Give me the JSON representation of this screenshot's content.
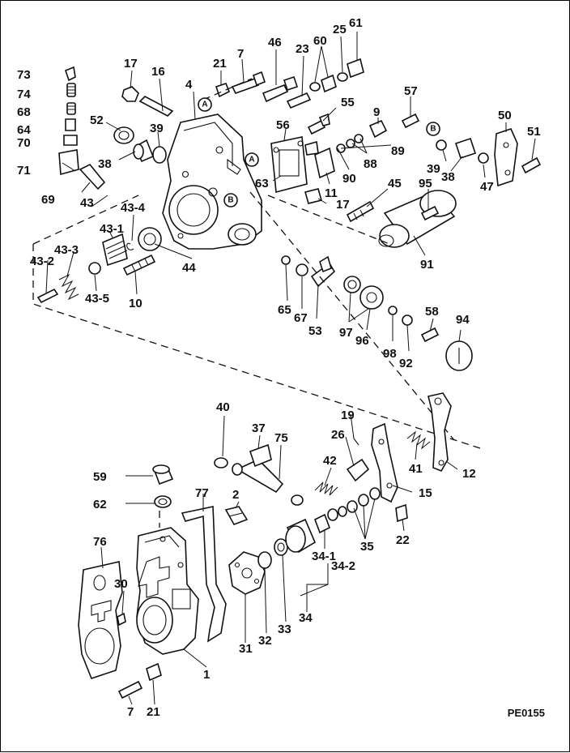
{
  "drawing_code": "PE0155",
  "reference_marks": {
    "a": "A",
    "b": "B"
  },
  "callouts": [
    "73",
    "74",
    "68",
    "64",
    "70",
    "71",
    "69",
    "17",
    "16",
    "4",
    "21",
    "7",
    "46",
    "23",
    "60",
    "25",
    "61",
    "52",
    "39",
    "38",
    "43",
    "43-4",
    "43-1",
    "43-3",
    "43-2",
    "43-5",
    "44",
    "10",
    "56",
    "55",
    "9",
    "57",
    "50",
    "51",
    "88",
    "89",
    "90",
    "11",
    "63",
    "17",
    "45",
    "95",
    "91",
    "39",
    "38",
    "47",
    "65",
    "67",
    "53",
    "97",
    "96",
    "98",
    "92",
    "58",
    "94",
    "40",
    "37",
    "75",
    "19",
    "26",
    "42",
    "41",
    "12",
    "15",
    "59",
    "62",
    "77",
    "2",
    "76",
    "30",
    "35",
    "22",
    "34-1",
    "34-2",
    "34",
    "31",
    "32",
    "33",
    "1",
    "7",
    "21"
  ]
}
